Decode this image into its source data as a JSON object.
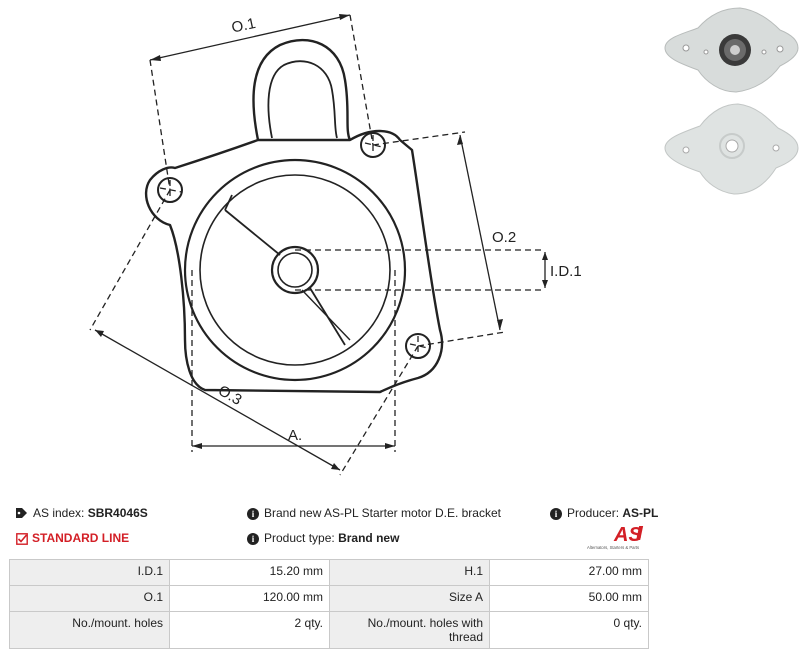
{
  "drawing": {
    "labels": {
      "o1": "O.1",
      "o2": "O.2",
      "o3": "O.3",
      "id1": "I.D.1",
      "a": "A."
    }
  },
  "info": {
    "as_index_label": "AS index:",
    "as_index_value": "SBR4046S",
    "line_label": "STANDARD LINE",
    "description": "Brand new AS-PL Starter motor D.E. bracket",
    "product_type_label": "Product type:",
    "product_type_value": "Brand new",
    "producer_label": "Producer:",
    "producer_value": "AS-PL",
    "logo_text": "AS",
    "logo_tagline": "Alternators, Starters & Parts"
  },
  "specs": {
    "rows": [
      [
        "I.D.1",
        "15.20 mm",
        "H.1",
        "27.00 mm"
      ],
      [
        "O.1",
        "120.00 mm",
        "Size A",
        "50.00 mm"
      ],
      [
        "No./mount. holes",
        "2 qty.",
        "No./mount. holes with thread",
        "0 qty."
      ]
    ]
  },
  "colors": {
    "accent_red": "#d31f26",
    "label_bg": "#eeeeee",
    "border": "#c9c9c9"
  }
}
